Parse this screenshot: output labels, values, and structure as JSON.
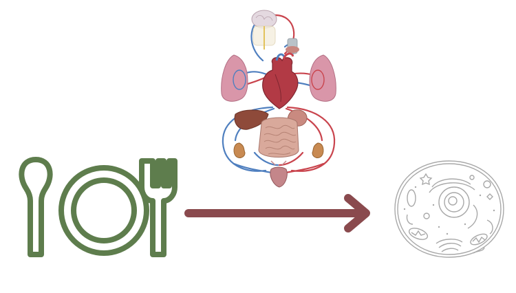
{
  "diagram": {
    "nodes": [
      {
        "id": "food",
        "icon": "plate-cutlery-icon"
      },
      {
        "id": "body",
        "icon": "circulatory-system-illustration"
      },
      {
        "id": "cell",
        "icon": "animal-cell-icon"
      }
    ],
    "edges": [
      {
        "from": "food",
        "to": "cell",
        "style": "arrow"
      }
    ]
  },
  "colors": {
    "cutlery_green": "#5e7d4d",
    "arrow_maroon": "#8a4a4e",
    "cell_outline": "#a8a8a8",
    "artery_red": "#c9444d",
    "vein_blue": "#4f7fbf",
    "lung_pink": "#d996a9",
    "heart_red": "#b23a45",
    "liver_brown": "#8e4a3a",
    "intestine_pink": "#d9a99b",
    "kidney_tan": "#c88a52"
  }
}
